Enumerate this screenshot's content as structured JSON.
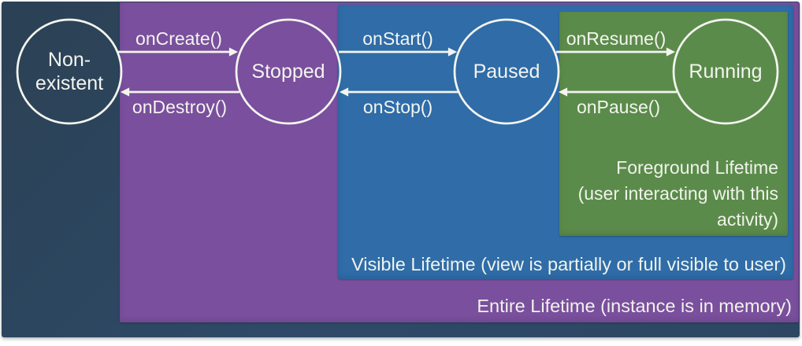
{
  "colors": {
    "slide_background": "#2e4a68",
    "entire_lifetime": "#7a4f9d",
    "visible_lifetime": "#2f6ca8",
    "foreground_lifetime": "#5b8b4a",
    "stroke_and_text": "#f3f5ef"
  },
  "states": [
    {
      "id": "non-existent",
      "label_lines": [
        "Non-",
        "existent"
      ]
    },
    {
      "id": "stopped",
      "label": "Stopped"
    },
    {
      "id": "paused",
      "label": "Paused"
    },
    {
      "id": "running",
      "label": "Running"
    }
  ],
  "transitions": [
    {
      "id": "oncreate",
      "label": "onCreate()",
      "from": "Non-existent",
      "to": "Stopped",
      "direction": "right"
    },
    {
      "id": "ondestroy",
      "label": "onDestroy()",
      "from": "Stopped",
      "to": "Non-existent",
      "direction": "left"
    },
    {
      "id": "onstart",
      "label": "onStart()",
      "from": "Stopped",
      "to": "Paused",
      "direction": "right"
    },
    {
      "id": "onstop",
      "label": "onStop()",
      "from": "Paused",
      "to": "Stopped",
      "direction": "left"
    },
    {
      "id": "onresume",
      "label": "onResume()",
      "from": "Paused",
      "to": "Running",
      "direction": "right"
    },
    {
      "id": "onpause",
      "label": "onPause()",
      "from": "Running",
      "to": "Paused",
      "direction": "left"
    }
  ],
  "regions": {
    "entire": {
      "label": "Entire Lifetime (instance is in memory)"
    },
    "visible": {
      "label": "Visible Lifetime (view is partially or full visible to user)"
    },
    "foreground": {
      "lines": [
        "Foreground Lifetime",
        "(user interacting with this",
        "activity)"
      ]
    }
  }
}
